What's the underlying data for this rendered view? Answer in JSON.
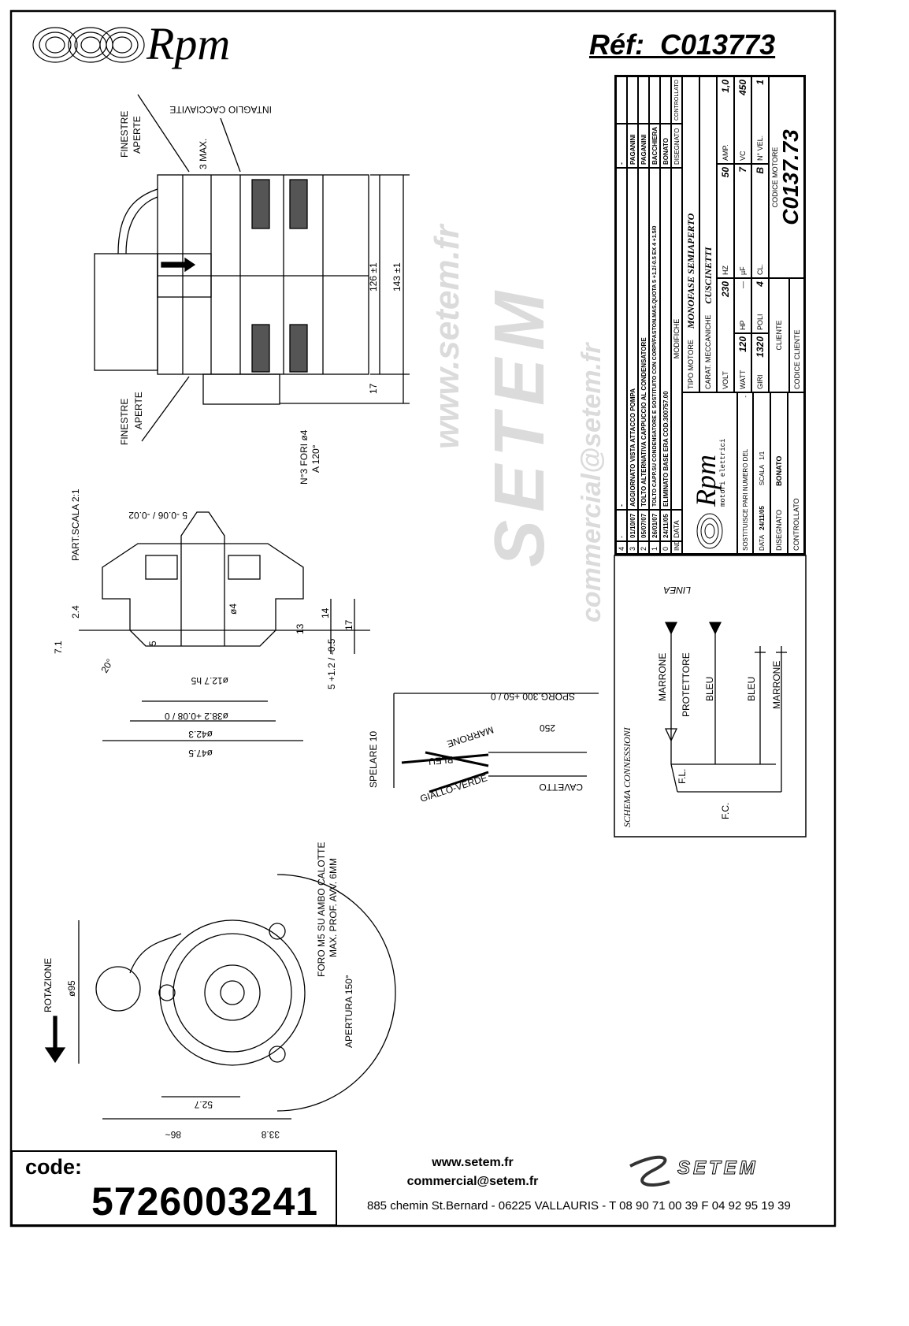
{
  "header": {
    "brand": "Rpm",
    "ref_label": "Réf:",
    "ref_value": "C013773"
  },
  "watermark": {
    "line1": "www.setem.fr",
    "line2": "SETEM",
    "line3": "commercial@setem.fr"
  },
  "side_view": {
    "finestre_top": "FINESTRE",
    "aperte_top": "APERTE",
    "intaglio": "INTAGLIO CACCIAVITE",
    "max": "3 MAX.",
    "dim_126": "126 ±1",
    "dim_143": "143 ±1",
    "dim_17": "17",
    "fori": "N°3 FORI ø4",
    "fori2": "A 120°",
    "finestre_bot": "FINESTRE",
    "aperte_bot": "APERTE"
  },
  "part_view": {
    "title": "PART.SCALA 2:1",
    "tol_5": "5 -0.06 / -0.02",
    "d24": "2.4",
    "d71": "7.1",
    "d20": "20°",
    "d5": "5",
    "phi4": "ø4",
    "d14": "14",
    "d13": "13",
    "d17": "17",
    "d5b": "5 +1.2 / -0.5",
    "phi127": "ø12.7 h5",
    "phi382": "ø38.2 +0.08 / 0",
    "phi423": "ø42.3",
    "phi475": "ø47.5"
  },
  "cable_view": {
    "spelare": "SPELARE 10",
    "sporg": "SPORG.300 +50 / 0",
    "d250": "250",
    "marrone": "MARRONE",
    "bleu": "BLEU",
    "giallo": "GIALLO-VERDE",
    "cavetto": "CAVETTO"
  },
  "schema": {
    "title": "SCHEMA CONNESSIONI",
    "linea": "LINEA",
    "marrone1": "MARRONE",
    "protettore": "PROTETTORE",
    "bleu1": "BLEU",
    "bleu2": "BLEU",
    "marrone2": "MARRONE",
    "fl": "F.L.",
    "fc": "F.C."
  },
  "front_view": {
    "rotazione": "ROTAZIONE",
    "phi95": "ø95",
    "foro": "FORO M5 SU AMBO CALOTTE",
    "foro2": "MAX. PROF. AVV. 6MM",
    "apertura": "APERTURA 150°",
    "d527": "52.7",
    "d86": "86~",
    "d338": "33.8"
  },
  "title_block": {
    "revisions": [
      {
        "ind": "4",
        "date": "-",
        "desc": "-",
        "dis": "-"
      },
      {
        "ind": "3",
        "date": "01/10/07",
        "desc": "AGGIORNATO VISTA ATTACCO POMPA",
        "dis": "PAGANINI"
      },
      {
        "ind": "2",
        "date": "05/07/07",
        "desc": "TOLTO ALTERNATIVA CAPPUCCIO AL CONDENSATORE",
        "dis": "PAGANINI"
      },
      {
        "ind": "1",
        "date": "26/01/07",
        "desc": "TOLTO CAPP.SU CONDENSATORE E SOSTITUITO CON CORPI/FASTON.MAS.QUOTA 5 +1.2/-0.5 EX 4 +1.5/0",
        "dis": "BACCHIERA"
      },
      {
        "ind": "0",
        "date": "24/11/05",
        "desc": "ELIMINATO BASE ERA COD.300757.00",
        "dis": "BONATO"
      }
    ],
    "col_ind": "IND",
    "col_data": "DATA",
    "col_modifiche": "MODIFICHE",
    "col_disegnato": "DISEGNATO",
    "col_controllato": "CONTROLLATO",
    "logo_text": "Rpm",
    "logo_sub": "motori elettrici",
    "sostituisce": "SOSTITUISCE PARI NUMERO DEL",
    "sostituisce_val": "-",
    "data_label": "DATA",
    "data_val": "24/11/05",
    "scala_label": "SCALA",
    "scala_val": "1/1",
    "disegnato_label": "DISEGNATO",
    "disegnato_val": "BONATO",
    "controllato_label": "CONTROLLATO",
    "tipo_motore_label": "TIPO MOTORE",
    "tipo_motore_val": "MONOFASE SEMIAPERTO",
    "carat_label": "CARAT. MECCANICHE",
    "carat_val": "CUSCINETTI",
    "specs": [
      [
        {
          "k": "VOLT",
          "v": "230"
        },
        {
          "k": "HZ",
          "v": "50"
        },
        {
          "k": "AMP.",
          "v": "1,0"
        }
      ],
      [
        {
          "k": "WATT",
          "v": "120"
        },
        {
          "k": "HP",
          "v": "—"
        },
        {
          "k": "µF",
          "v": "7"
        },
        {
          "k": "VC",
          "v": "450"
        }
      ],
      [
        {
          "k": "GIRI",
          "v": "1320"
        },
        {
          "k": "POLI",
          "v": "4"
        },
        {
          "k": "CL.",
          "v": "B"
        },
        {
          "k": "N° VEL.",
          "v": "1"
        }
      ]
    ],
    "cliente_label": "CLIENTE",
    "codice_motore_label": "CODICE MOTORE",
    "codice_motore_val": "C0137.73",
    "codice_cliente_label": "CODICE CLIENTE"
  },
  "footer": {
    "code_label": "code:",
    "code_value": "5726003241",
    "website": "www.setem.fr",
    "email": "commercial@setem.fr",
    "brand": "SETEM",
    "address": "885 chemin St.Bernard  -  06225 VALLAURIS  -  T 08 90 71 00 39   F 04 92 95 19 39"
  }
}
